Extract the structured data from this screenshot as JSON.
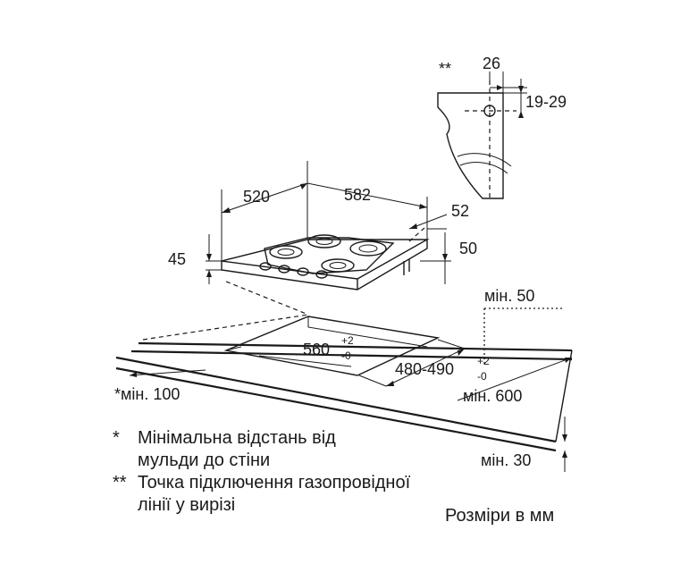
{
  "dimensions": {
    "hob_depth": "520",
    "hob_width": "582",
    "hob_height": "45",
    "gas_offset": "52",
    "gas_height": "50",
    "cutout_width": "560",
    "cutout_width_tol_plus": "+2",
    "cutout_width_tol_minus": "-0",
    "cutout_depth": "480-490",
    "cutout_depth_tol_plus": "+2",
    "cutout_depth_tol_minus": "-0",
    "min_back": "мін. 50",
    "min_side": "мін. 600",
    "min_wall": "*мін. 100",
    "min_thickness": "мін. 30",
    "detail_marker": "**",
    "detail_width": "26",
    "detail_height": "19-29"
  },
  "notes": [
    {
      "mark": "*",
      "text": "Мінімальна відстань від\nмульди до стіни"
    },
    {
      "mark": "**",
      "text": "Точка підключення газопровідної\nлінії у вирізі"
    }
  ],
  "units_label": "Розміри в мм"
}
